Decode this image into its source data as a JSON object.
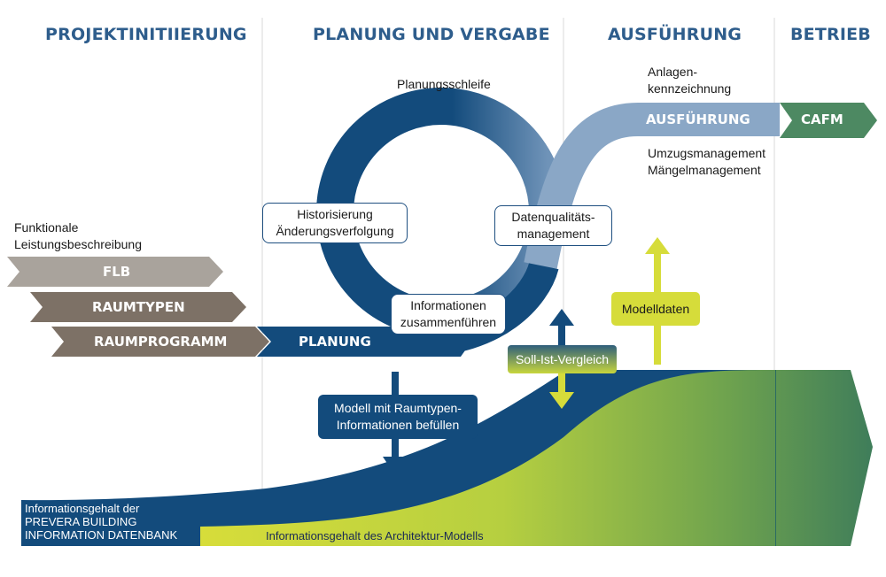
{
  "phases": {
    "p1": "PROJEKTINITIIERUNG",
    "p2": "PLANUNG UND VERGABE",
    "p3": "AUSFÜHRUNG",
    "p4": "BETRIEB"
  },
  "inputs": {
    "flb_note_1": "Funktionale",
    "flb_note_2": "Leistungsbeschreibung",
    "flb": "FLB",
    "raumtypen": "RAUMTYPEN",
    "raumprogramm": "RAUMPROGRAMM",
    "planung": "PLANUNG"
  },
  "loop": {
    "title": "Planungsschleife",
    "historisierung_1": "Historisierung",
    "historisierung_2": "Änderungsverfolgung",
    "informationen_1": "Informationen",
    "informationen_2": "zusammenführen",
    "datenqualitaet_1": "Datenqualitäts-",
    "datenqualitaet_2": "management"
  },
  "execution": {
    "anlagen_1": "Anlagen-",
    "anlagen_2": "kennzeichnung",
    "ausfuehrung": "AUSFÜHRUNG",
    "cafm": "CAFM",
    "umzug": "Umzugsmanagement",
    "maengel": "Mängelmanagement"
  },
  "flows": {
    "modelldaten": "Modelldaten",
    "soll_ist": "Soll-Ist-Vergleich",
    "modell_1": "Modell mit Raumtypen-",
    "modell_2": "Informationen befüllen"
  },
  "bottom": {
    "prevera_1": "Informationsgehalt der",
    "prevera_2": "PREVERA BUILDING",
    "prevera_3": "INFORMATION DATENBANK",
    "architektur": "Informationsgehalt des Architektur-Modells"
  },
  "colors": {
    "dark_blue": "#134b7c",
    "light_blue": "#8aa7c6",
    "green": "#3f7d5a",
    "yellow_green": "#d6dc3a",
    "gray_brown": "#7d7166",
    "light_gray": "#aaa49d",
    "heading_blue": "#2e5d8c"
  }
}
